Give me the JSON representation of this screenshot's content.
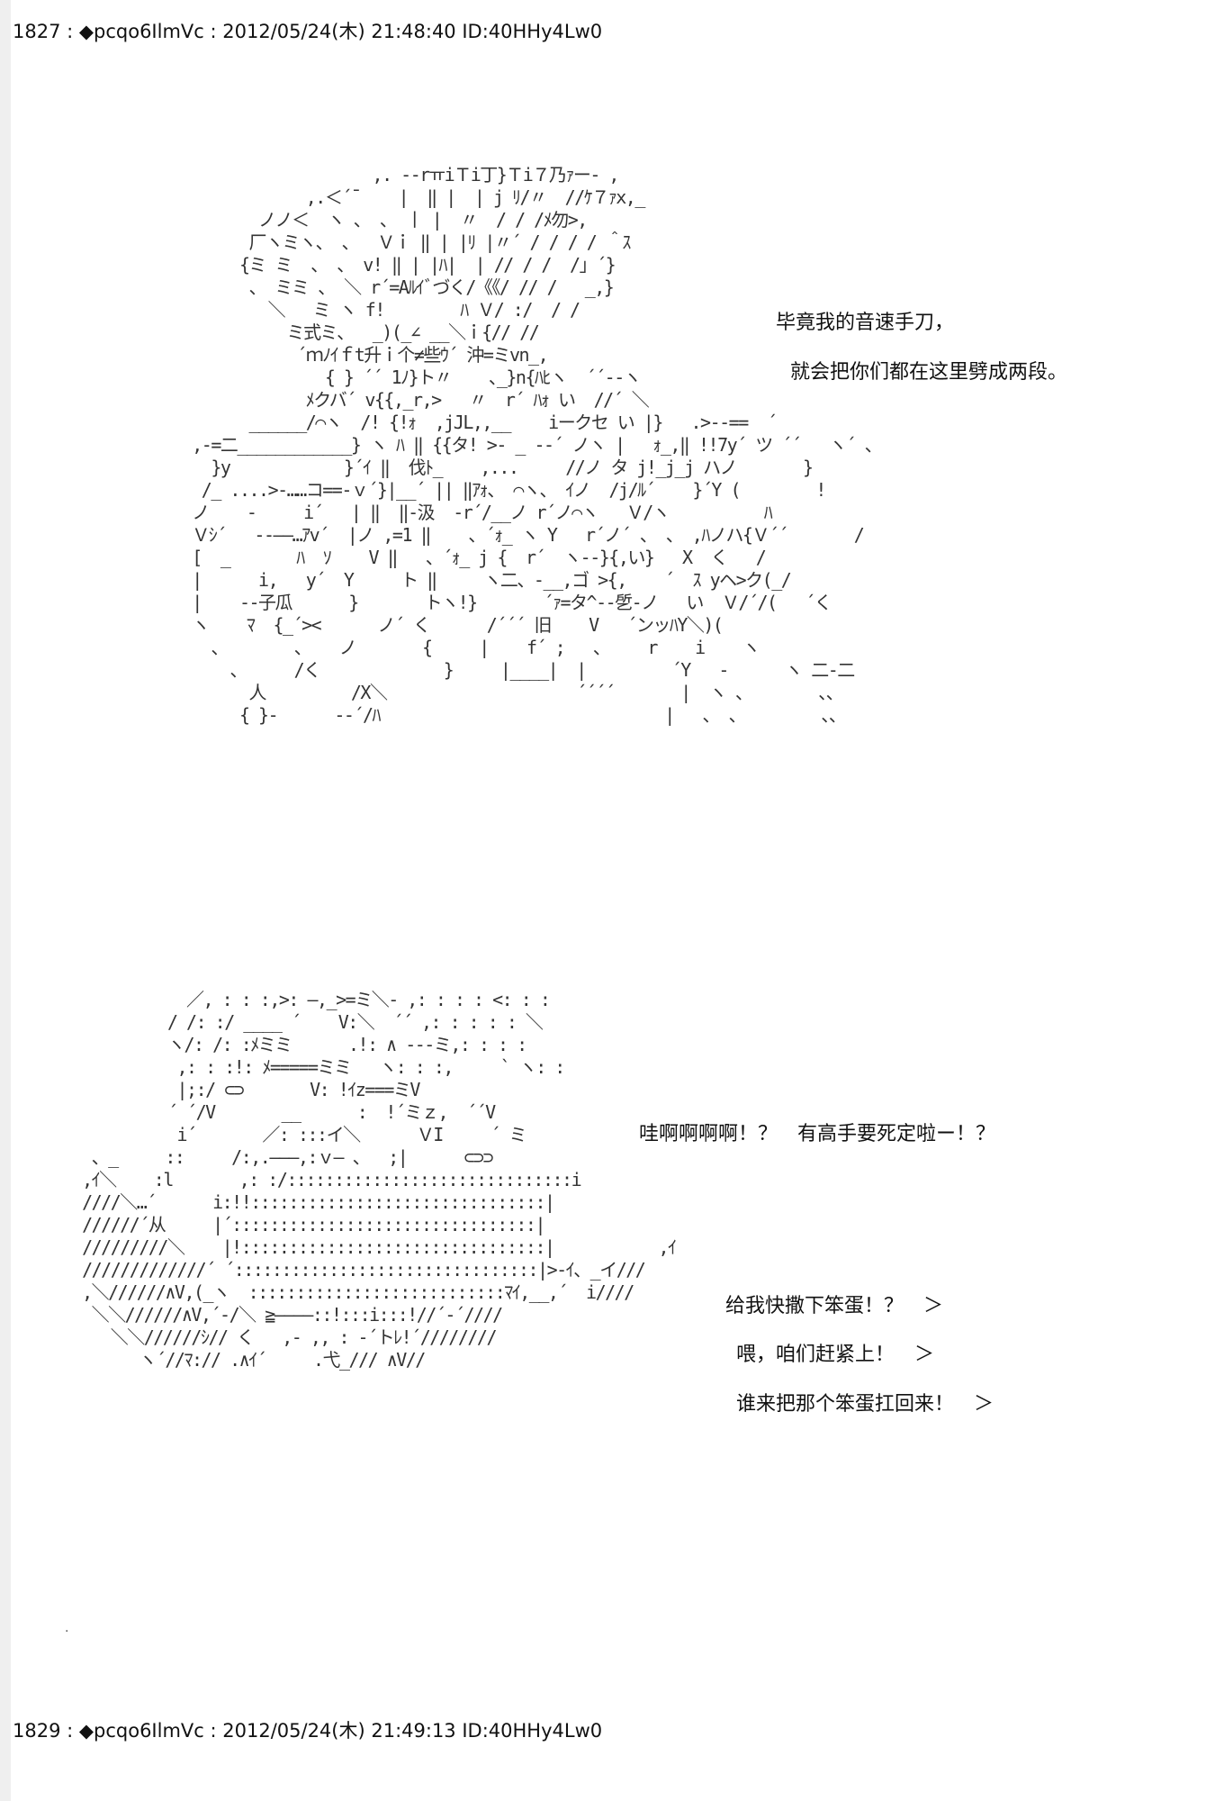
{
  "posts": [
    {
      "header": "1827 : ◆pcqo6IlmVc : 2012/05/24(木) 21:48:40 ID:40HHy4Lw0"
    },
    {
      "header": "1829 : ◆pcqo6IlmVc : 2012/05/24(木) 21:49:13 ID:40HHy4Lw0"
    }
  ],
  "scene1": {
    "lines": [
      "毕竟我的音速手刀，",
      "就会把你们都在这里劈成两段。"
    ],
    "art": [
      "                         ,. -‐rㅠiＴi丁}Ｔi７乃ｧー- ,",
      "                  ,.＜´¯    |  ‖ |  | j ﾘ/〃  //ｹ７ｧx,_",
      "             ノノ＜  ヽ 、 、 丨 |  〃  / / /ﾒ勿>,",
      "            厂ヽミヽ、 、  Ｖｉ ‖ | |ﾘ |〃´ / / / / ＾ｽ",
      "           {ミ ミ  、 、 v! ‖ | |ﾊ|  | // / /  /」´}",
      "            、 ミミ 、 ＼ r´=Aﾙｲﾞづく/《《/ // /   _,}",
      "              ＼   ミ ヽ f!        ﾊ Ｖ/ :/  / /",
      "                ミ式ミ、  _)(_∠ __＼ｉ{// //",
      "                 ´ｍﾉｲｆt升ｉ个≠些ｳ´ 沖=ミvn_,",
      "                    { } ´´ 1ﾉ}ト〃    ､_}n{ﾊﾋヽ  ´´‐-ヽ",
      "                  ﾒクバ´ v{{,_r,>   〃  r´ ﾊｫ い  //´ ＼",
      "            ______/⌒ヽ  /! {!ｫ  ,jJL,,__    iークセ い |}   .>‐‐==  ´",
      "      ,‐=二____________} ヽ ﾊ ‖ {{タ! >- _ --´ ノヽ |   ｫ_,‖ !!7y´ ツ ´´   ヽ´ 、",
      "        }y            }´ｲ ‖  伐ﾄ_    ,...     //ノ タ j!_j_j ハノ       }",
      "       /_ ....>‐……コ==‐ｖ´}|__´ || ‖ｱｫ、 ⌒ヽ、 ｲノ  /j/ﾙ´    }´Y (        !",
      "      ノ    -     i´   | ‖  ‖‐汲  -r´/__ノ r´ノ⌒ヽ   Ｖ/ヽ          ﾊ",
      "      Ｖｼ´   ‐‐——…ｱv´  |ノ ,=1 ‖    、´ｫ_ ヽ Y   r´ノ´ 、 、 ,ﾊノハ{Ｖ´´       /",
      "      [  _       ﾊ  ｿ    V ‖   、´ｫ_ j {  r´  ヽ‐‐}{,い}   X  く   /",
      "      |      i,   y´  Y     ト ‖     ヽ二、‐__,ゴ >{,    ´  ｽ yヘ>ク(_/",
      "      |    ‐‐子瓜      }       トヽ!}       ´ｧ=タ^‐‐乺‐ノ   い  Ｖ/´/(   ´く",
      "      ヽ    ﾏ  {_´><      ノ´ く      /´´´ 旧    V   ´ンッﾊY＼)(",
      "        、       、   ノ       {     |    f´ ;   、    r    i    ヽ",
      "          、     /く             }     |____|  |         ´Y   -      ヽ 二‐二",
      "            人         /X＼                    ´´´´       |  ヽ 、       、、",
      "           { }-      --´/ﾊ                              |   、 、        、、"
    ]
  },
  "scene2": {
    "lines": [
      "哇啊啊啊啊！？　有高手要死定啦ー！？",
      "给我快撒下笨蛋！？　＞",
      "喂，咱们赶紧上！　＞",
      "谁来把那个笨蛋扛回来！　＞"
    ],
    "art": [
      "             ／, : : :,>: —,_>=ミ＼‐ ,: : : : <: : :",
      "           / /: :/ ____ ´    V:＼  ´´ ,: : : : : ＼",
      "           ヽ/: /: :ﾒミミ      .!: ∧ ‐‐‐ミ,: : : :",
      "            ,: : :!: ﾒ=====ミミ   ヽ: : :,     ` ヽ: :",
      "            |;:/ ⊂⊃       V: !ｲz===ミV",
      "           ´ ´/V       __      :  !´ミｚ,  ´´V",
      "            i´       ／: :::イ＼      ＶI     ´ ミ",
      "   、_     ::     /:,.———,:ｖ— 、  ;|      ⊂⊃⊃",
      "  ,ｲ＼    :l       ,: :/::::::::::::::::::::::::::::::i",
      "  ////＼…´      i:!!:::::::::::::::::::::::::::::::|",
      "  //////´从     |´::::::::::::::::::::::::::::::::|",
      "  /////////＼    |!::::::::::::::::::::::::::::::::|           ,ｲ",
      "  /////////////´ ´::::::::::::::::::::::::::::::::|>‐ｲ、_イ///",
      "  ,＼//////∧V,(_ヽ  :::::::::::::::::::::::::::ﾏｲ,__,´  i////",
      "   ＼＼//////∧V,´‐/＼ ≧————::!:::i:::!//´‐´////",
      "     ＼＼//////ｼ// く   ,- ,, : ‐´トﾚ!´////////",
      "        ヽ´//ﾏ:// .∧ｲ´     .弋_/// ∧V//"
    ]
  }
}
